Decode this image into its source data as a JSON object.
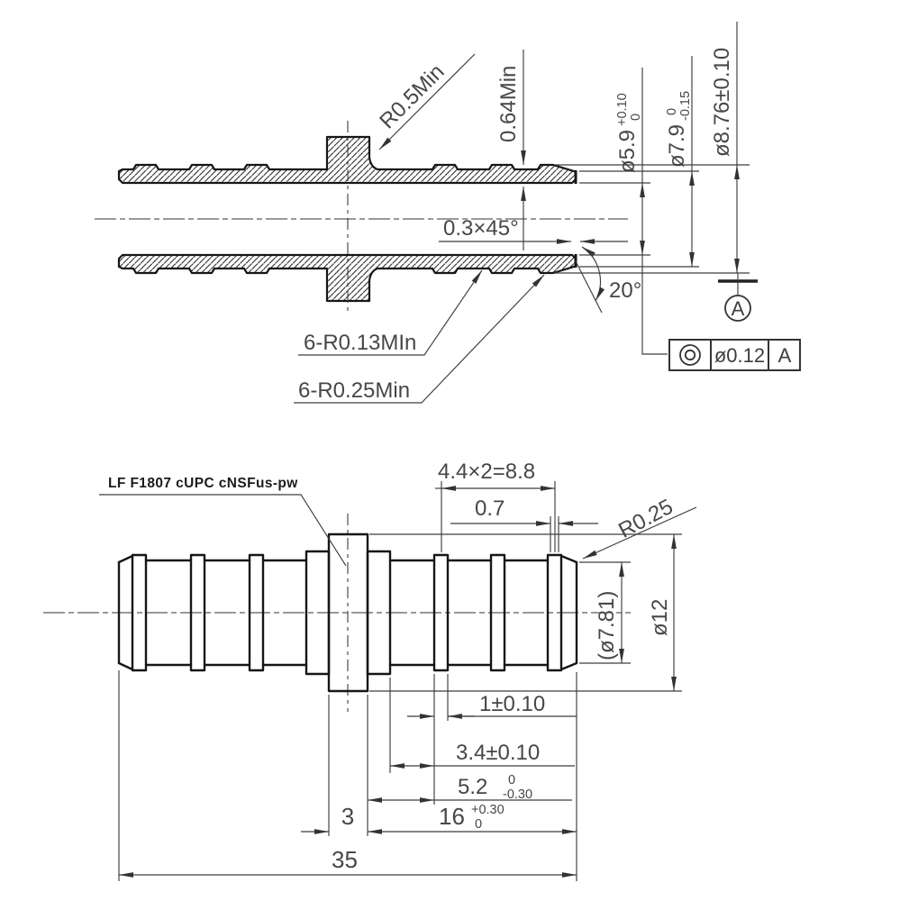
{
  "top_view": {
    "r05_label": "R0.5Min",
    "wall_label": "0.64Min",
    "d59": "ø5.9",
    "d59_tol_up": "+0.10",
    "d59_tol_dn": "0",
    "d79": "ø7.9",
    "d79_tol_up": "0",
    "d79_tol_dn": "-0.15",
    "d876": "ø8.76±0.10",
    "chamfer_label": "0.3×45°",
    "angle_label": "20°",
    "barb_root_label": "6-R0.13MIn",
    "barb_crest_label": "6-R0.25Min",
    "datum_label": "A",
    "fcf": {
      "symbol": "concentricity",
      "tolerance": "ø0.12",
      "datum": "A"
    }
  },
  "bottom_view": {
    "spec_label": "LF  F1807 cUPC cNSFus-pw",
    "pitch_label": "4.4×2=8.8",
    "land_label": "0.7",
    "r025_label": "R0.25",
    "tip_dia_label": "(ø7.81)",
    "collar_dia_label": "ø12",
    "dim_1": "1±0.10",
    "dim_34": "3.4±0.10",
    "dim_52": "5.2",
    "dim_52_tol_up": "0",
    "dim_52_tol_dn": "-0.30",
    "dim_3": "3",
    "dim_16": "16",
    "dim_16_tol_up": "+0.30",
    "dim_16_tol_dn": "0",
    "dim_35": "35"
  }
}
